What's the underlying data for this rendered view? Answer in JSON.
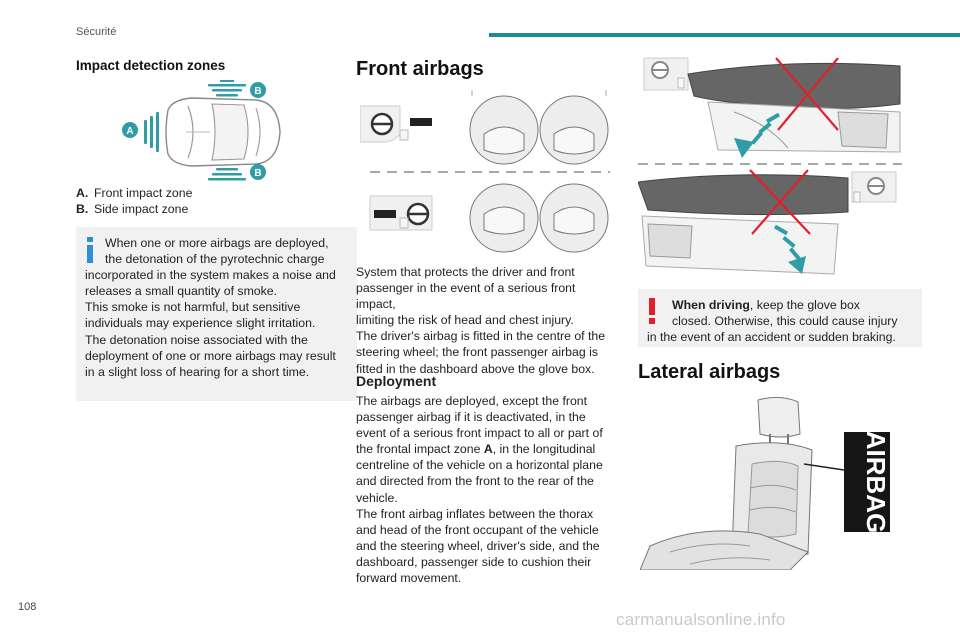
{
  "header": {
    "section": "Sécurité"
  },
  "page": {
    "number": "108",
    "watermark": "carmanualsonline.info"
  },
  "col1": {
    "title": "Impact detection zones",
    "legend": [
      {
        "key": "A.",
        "text": "Front impact zone"
      },
      {
        "key": "B.",
        "text": "Side impact zone"
      }
    ],
    "diagram_labels": {
      "a": "A",
      "b": "B"
    },
    "note_lines": [
      "When one or more airbags are deployed,",
      "the detonation of the pyrotechnic charge",
      "incorporated in the system makes a noise and",
      "releases a small quantity of smoke.",
      "This smoke is not harmful, but sensitive",
      "individuals may experience slight irritation.",
      "The detonation noise associated with the",
      "deployment of one or more airbags may result",
      "in a slight loss of hearing for a short time."
    ]
  },
  "col2": {
    "title": "Front airbags",
    "intro_lines": [
      "System that protects the driver and front",
      "passenger in the event of a serious front impact,",
      "limiting the risk of head and chest injury.",
      "The driver's airbag is fitted in the centre of the",
      "steering wheel; the front passenger airbag is",
      "fitted in the dashboard above the glove box."
    ],
    "deployment_title": "Deployment",
    "deploy_before_a": [
      "The airbags are deployed, except the front",
      "passenger airbag if it is deactivated, in the",
      "event of a serious front impact to all or part of",
      "the frontal impact zone "
    ],
    "deploy_a": "A",
    "deploy_after_a": ", in the longitudinal",
    "deploy_rest": [
      "centreline of the vehicle on a horizontal plane",
      "and directed from the front to the rear of the",
      "vehicle.",
      "The front airbag inflates between the thorax",
      "and head of the front occupant of the vehicle",
      "and the steering wheel, driver's side, and the",
      "dashboard, passenger side to cushion their",
      "forward movement."
    ]
  },
  "col3": {
    "warning_bold": "When driving",
    "warning_rest1": ", keep the glove box",
    "warning_line2": "closed. Otherwise, this could cause injury",
    "warning_line3": "in the event of an accident or sudden braking.",
    "lateral_title": "Lateral airbags",
    "airbag_label": "AIRBAG"
  },
  "colors": {
    "accent": "#1f8a97",
    "warning": "#e0202a",
    "info": "#2e8fd6"
  }
}
